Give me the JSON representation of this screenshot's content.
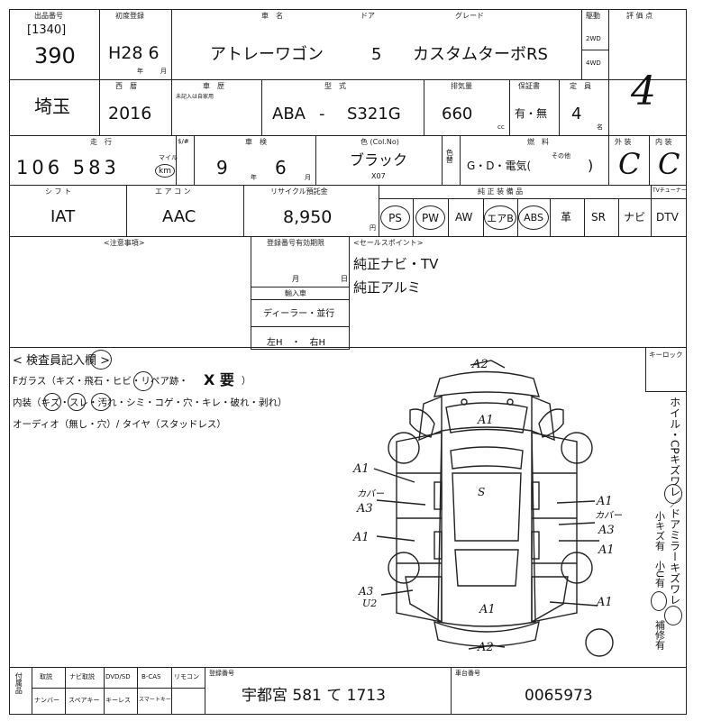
{
  "header": {
    "auction_hall_label": "出品番号",
    "ref_code": "[1340]",
    "lot_number": "390",
    "first_reg_label": "初度登録",
    "first_reg_value": "H28 6",
    "year_unit": "年",
    "month_unit": "月",
    "model_name_label": "車　名",
    "door_label": "ドア",
    "grade_label": "グレード",
    "model_name": "アトレーワゴン",
    "doors": "5",
    "grade": "カスタムターボRS",
    "drive_label": "駆動",
    "drive_options": [
      "2WD",
      "4WD"
    ],
    "score_label": "評 価 点",
    "score": "4"
  },
  "row2": {
    "prefecture": "埼玉",
    "western_year_label": "西　暦",
    "western_year": "2016",
    "inspection_label": "車　歴",
    "inspection_note": "未記入は自家用",
    "type_label": "型　式",
    "type_prefix": "ABA",
    "type_dash": "-",
    "type_code": "S321G",
    "displacement_label": "排気量",
    "displacement": "660",
    "cc_unit": "cc",
    "warranty_label": "保証書",
    "warranty_value": "有・無",
    "capacity_label": "定　員",
    "capacity": "4",
    "capacity_unit": "名"
  },
  "row3": {
    "mileage_label": "走　行",
    "mileage": "106 583",
    "mile_unit": "マイル",
    "km_unit": "km",
    "meter_label": "$/#",
    "shaken_label": "車　検",
    "shaken_year": "9",
    "shaken_month": "6",
    "color_label": "色 (Col.No)",
    "color_name": "ブラック",
    "color_code": "X07",
    "color_change_label": "色替",
    "fuel_label": "燃　料",
    "fuel_value": "G・D・電気(",
    "fuel_other_label": "その他",
    "fuel_close": ")",
    "exterior_label": "外 装",
    "exterior_grade": "C",
    "interior_label": "内 装",
    "interior_grade": "C"
  },
  "row4": {
    "shift_label": "シ フ ト",
    "shift": "IAT",
    "aircon_label": "エ ア コ ン",
    "aircon": "AAC",
    "recycle_label": "リサイクル預託金",
    "recycle_fee": "8,950",
    "yen_unit": "円",
    "equipment_label": "純 正 装 備 品",
    "equipment": [
      "PS",
      "PW",
      "AW",
      "エアB",
      "ABS",
      "革",
      "SR",
      "ナビ"
    ],
    "equipment_circled": [
      "PS",
      "PW",
      "エアB",
      "ABS"
    ],
    "tv_label": "TVチューナー",
    "tv": "DTV"
  },
  "notes": {
    "caution_label": "<注意事項>",
    "registration_label": "登録番号有効期限",
    "reg_month_unit": "月",
    "reg_day_unit": "日",
    "import_label": "輸入車",
    "dealer_label": "ディーラー・並行",
    "hand_label": "左H　・　右H",
    "sales_label": "<セールスポイント>",
    "sales_points": [
      "純正ナビ・TV",
      "純正アルミ"
    ]
  },
  "inspection": {
    "title": "< 検査員記入欄 >",
    "glass_line": "Fガラス（キズ・飛石・ヒビ・リペア跡・",
    "glass_mark": "X 要",
    "glass_close": "）",
    "interior_line": "内装（キズ・スレ・汚れ・シミ・コゲ・穴・キレ・破れ・剥れ）",
    "audio_line": "オーディオ（無し・穴）/ タイヤ（スタッドレス）",
    "key_label": "キーロック",
    "side_note_1": "ホイル・CPキズワレ／ドアミラーキズワレ",
    "side_note_2": "小キズ有　小U有",
    "side_note_3": "補修有",
    "marks": [
      "A2",
      "A1",
      "A1",
      "カバー",
      "A3",
      "A1",
      "S",
      "A1",
      "カバー",
      "A3",
      "A1",
      "A3",
      "U2",
      "A1",
      "A1",
      "A2"
    ]
  },
  "footer": {
    "accessories_label": "付属品",
    "items_row1": [
      "取説",
      "ナビ取説",
      "DVD/SD",
      "B-CAS",
      "リモコン"
    ],
    "items_row2": [
      "ナンバー",
      "スペアキー",
      "キーレス",
      "スマートキー"
    ],
    "plate_label": "登録番号",
    "plate_number": "宇都宮 581 て 1713",
    "chassis_label": "車台番号",
    "chassis_number": "0065973"
  }
}
